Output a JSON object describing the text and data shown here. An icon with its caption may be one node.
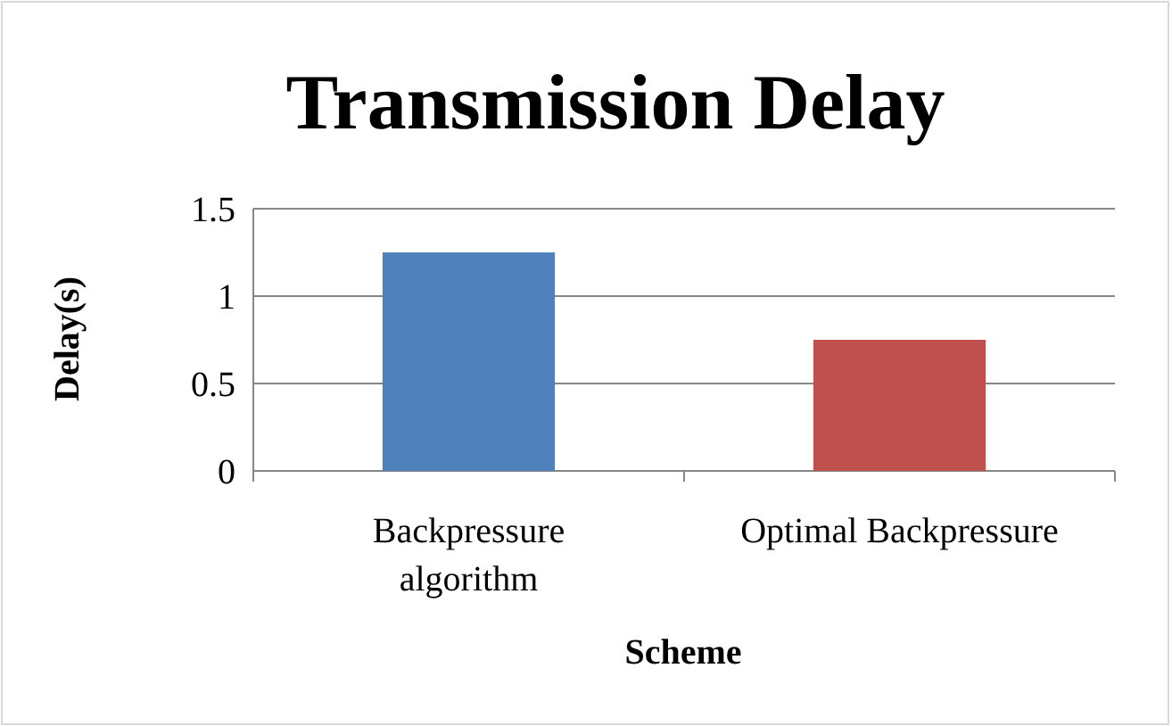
{
  "diagram": {
    "chart_data": {
      "type": "bar",
      "title": "Transmission Delay",
      "xlabel": "Scheme",
      "ylabel": "Delay(s)",
      "categories": [
        "Backpressure algorithm",
        "Optimal Backpressure"
      ],
      "series": [
        {
          "color": "#4f81bd",
          "values": [
            1.25,
            null
          ]
        },
        {
          "color": "#c0504d",
          "values": [
            null,
            0.75
          ]
        }
      ],
      "ylim": [
        0,
        1.5
      ],
      "yticks": [
        0,
        0.5,
        1,
        1.5
      ]
    }
  }
}
